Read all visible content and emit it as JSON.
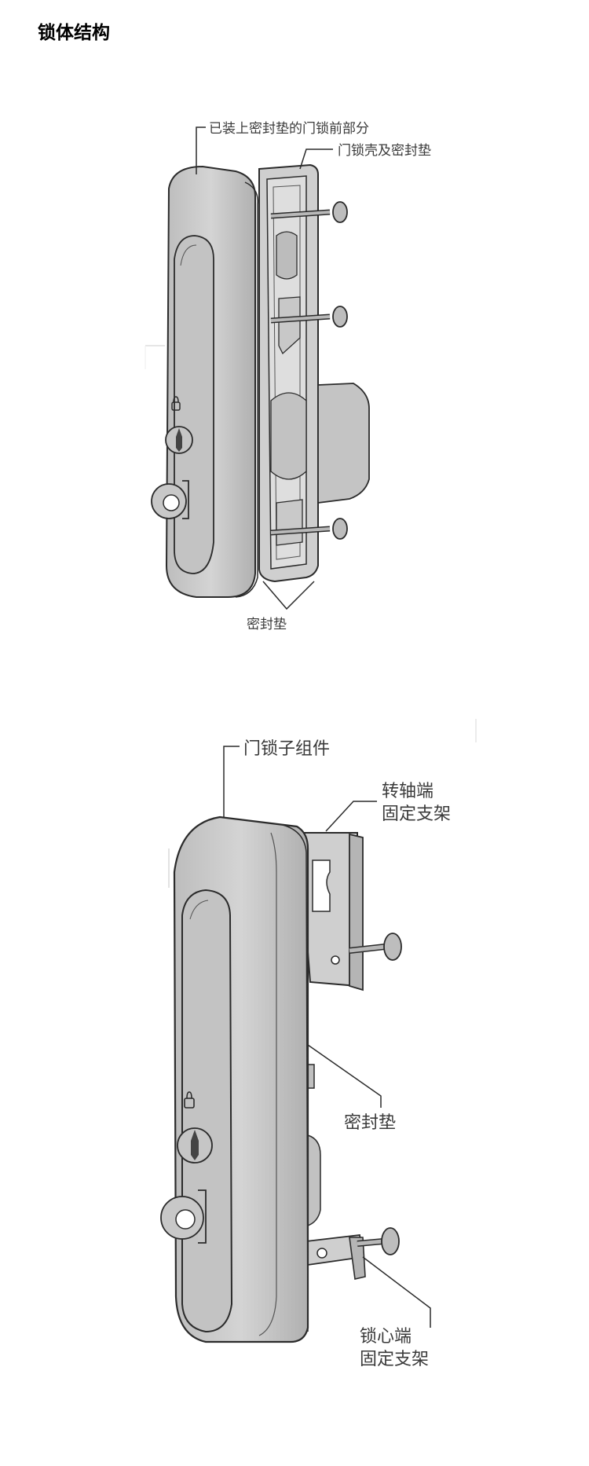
{
  "page": {
    "title": "锁体结构"
  },
  "diagram1": {
    "labels": {
      "front_part": "已装上密封垫的门锁前部分",
      "shell_gasket": "门锁壳及密封垫",
      "gasket": "密封垫"
    }
  },
  "diagram2": {
    "labels": {
      "subassembly": "门锁子组件",
      "pivot_bracket_line1": "转轴端",
      "pivot_bracket_line2": "固定支架",
      "gasket": "密封垫",
      "core_bracket_line1": "锁心端",
      "core_bracket_line2": "固定支架"
    }
  },
  "colors": {
    "body_fill": "#c9c9c9",
    "body_shade": "#b4b4b4",
    "outline": "#2b2b2b",
    "label_text": "#3a3a3a"
  }
}
